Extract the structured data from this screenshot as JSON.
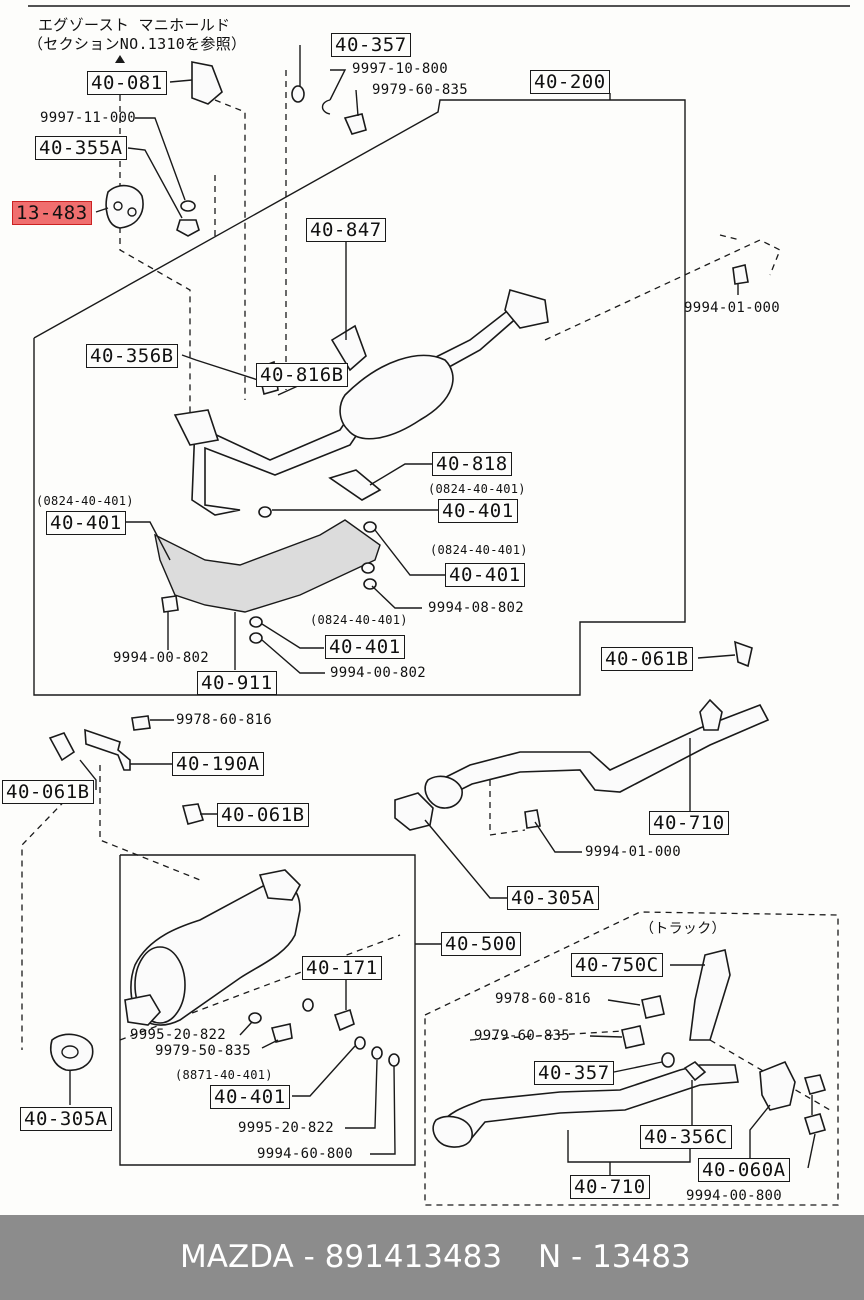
{
  "diagram": {
    "header_note": [
      "エグゾースト マニホールド",
      "（セクションNO.1310を参照）"
    ],
    "truck_note": "（トラック）",
    "labels_boxed": [
      "40-357",
      "40-081",
      "40-200",
      "40-355A",
      "13-483",
      "40-847",
      "40-356B",
      "40-816B",
      "40-818",
      "40-401",
      "40-401",
      "40-401",
      "40-401",
      "40-911",
      "40-061B",
      "40-061B",
      "40-190A",
      "40-061B",
      "40-710",
      "40-305A",
      "40-500",
      "40-171",
      "40-750C",
      "40-357",
      "40-401",
      "40-305A",
      "40-356C",
      "40-060A",
      "40-710"
    ],
    "labels_plain": [
      "9997-10-800",
      "9979-60-835",
      "9997-11-000",
      "9994-01-000",
      "(0824-40-401)",
      "(0824-40-401)",
      "(0824-40-401)",
      "9994-08-802",
      "(0824-40-401)",
      "9994-00-802",
      "9994-00-802",
      "9978-60-816",
      "9994-01-000",
      "9978-60-816",
      "9979-60-835",
      "9995-20-822",
      "9979-50-835",
      "(8871-40-401)",
      "9995-20-822",
      "9994-60-800",
      "9994-00-800"
    ],
    "highlighted_part": "13-483"
  },
  "footer": {
    "brand_part": "MAZDA - 891413483",
    "ref": "N - 13483"
  },
  "colors": {
    "highlight": "#f06f6f",
    "footer_bg": "#8c8c8c",
    "footer_text": "#ffffff"
  }
}
